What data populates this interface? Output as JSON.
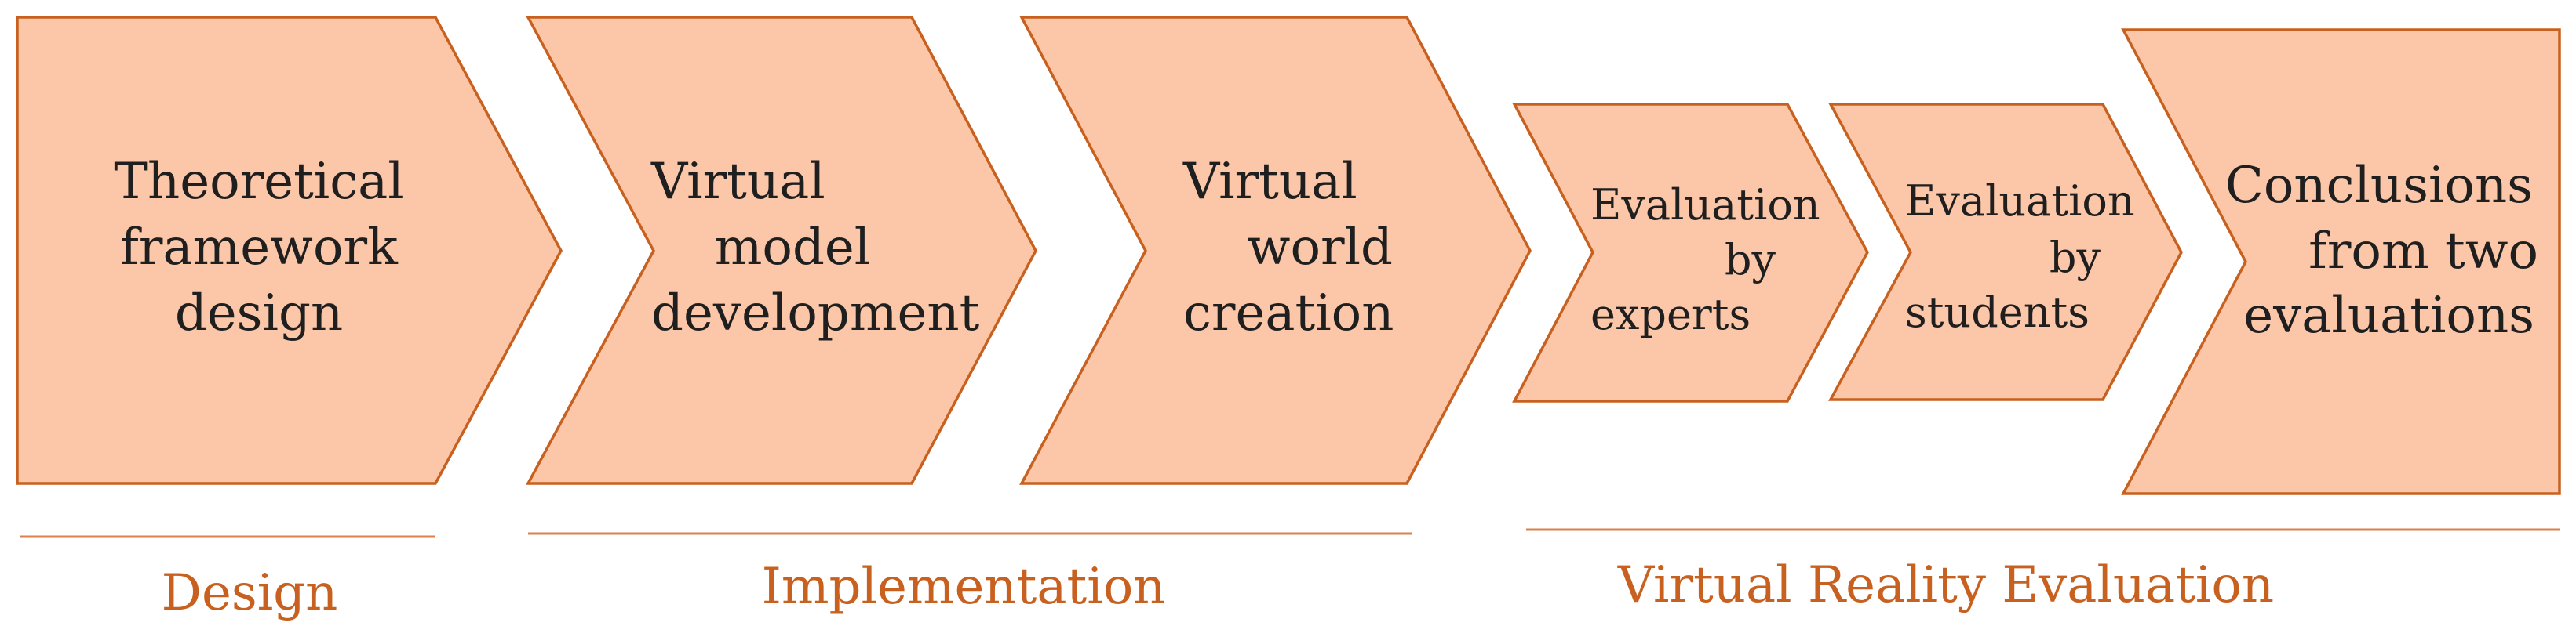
{
  "steps": [
    {
      "lines": [
        "Theoretical",
        "framework",
        "design"
      ]
    },
    {
      "lines": [
        "Virtual",
        "model",
        "development"
      ]
    },
    {
      "lines": [
        "Virtual",
        "world",
        "creation"
      ]
    },
    {
      "lines": [
        "Evaluation",
        "by",
        "experts"
      ]
    },
    {
      "lines": [
        "Evaluation",
        "by",
        "students"
      ]
    },
    {
      "lines": [
        "Conclusions",
        "from two",
        "evaluations"
      ]
    }
  ],
  "phases": {
    "design": "Design",
    "implementation": "Implementation",
    "vr_evaluation": "Virtual Reality Evaluation"
  },
  "colors": {
    "fill": "#fcc7a8",
    "stroke": "#c8611f",
    "phase_text": "#c8611f"
  }
}
